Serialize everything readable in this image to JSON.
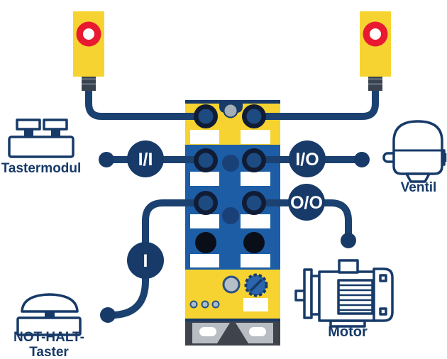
{
  "labels": {
    "tastermodul": "Tastermodul",
    "not_halt_line1": "NOT-HALT-",
    "not_halt_line2": "Taster",
    "ventil": "Ventil",
    "motor": "Motor"
  },
  "connections": [
    {
      "label": "I/I",
      "near_device": "Tastermodul",
      "side": "left"
    },
    {
      "label": "I/O",
      "near_device": "Ventil",
      "side": "right"
    },
    {
      "label": "O/O",
      "near_device": "Motor",
      "side": "right"
    },
    {
      "label": "I",
      "near_device": "NOT-HALT-Taster",
      "side": "left"
    }
  ],
  "icons": [
    "light-barrier-sensor-left",
    "light-barrier-sensor-right",
    "io-module",
    "button-module",
    "emergency-stop-button",
    "valve",
    "motor"
  ],
  "module": {
    "connected_ports": 6,
    "unused_ports": 2,
    "led_count": 3
  },
  "colors": {
    "navy": "#173a68",
    "cable": "#1b4170",
    "module_blue": "#1c5da5",
    "yellow": "#f6d330",
    "red": "#e81931",
    "port_outer": "#101c35",
    "port_inner": "#1d4a80",
    "hole_navy": "#1a4078",
    "unused_port": "#0a0e18",
    "gray_metal": "#a3aeb6",
    "base_dark": "#3f444c",
    "feet_gray": "#b8bdc3",
    "knob_blue": "#2b66ad",
    "button_gray": "#b4bfc7",
    "led_gray": "#a9c1cd",
    "white": "#ffffff"
  }
}
